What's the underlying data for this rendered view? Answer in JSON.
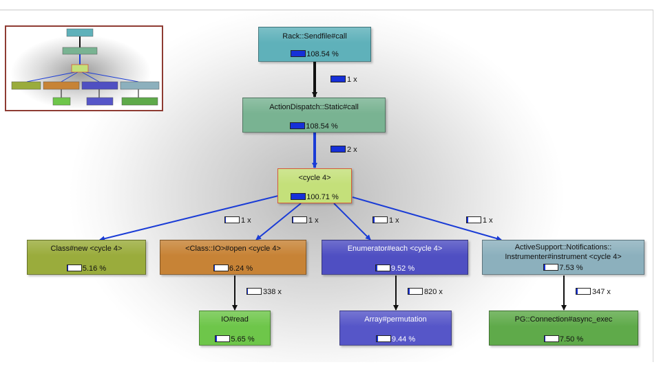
{
  "colors": {
    "edge_blue": "#1a3cd6",
    "edge_black": "#111111",
    "bar_fill": "#1630d8",
    "minimap_border": "#8e3b32",
    "cycle_border": "#d65a36"
  },
  "nodes": {
    "rack": {
      "title": "Rack::Sendfile#call",
      "percent": "108.54 %",
      "fill_ratio": 1.0,
      "color": "#5fb1ba"
    },
    "action": {
      "title": "ActionDispatch::Static#call",
      "percent": "108.54 %",
      "fill_ratio": 1.0,
      "color": "#79b392"
    },
    "cycle": {
      "title": "<cycle 4>",
      "percent": "100.71 %",
      "fill_ratio": 1.0,
      "color": "#c4e07a"
    },
    "classnew": {
      "title": "Class#new <cycle 4>",
      "percent": "5.16 %",
      "fill_ratio": 0.05,
      "color": "#9aac3c"
    },
    "ioopen": {
      "title": "<Class::IO>#open <cycle 4>",
      "percent": "6.24 %",
      "fill_ratio": 0.06,
      "color": "#c78336"
    },
    "enumerator": {
      "title": "Enumerator#each <cycle 4>",
      "percent": "9.52 %",
      "fill_ratio": 0.1,
      "color": "#4f4fc2"
    },
    "activesupport": {
      "title_line1": "ActiveSupport::Notifications::",
      "title_line2": "Instrumenter#instrument <cycle 4>",
      "percent": "7.53 %",
      "fill_ratio": 0.08,
      "color": "#8cb0bd"
    },
    "ioread": {
      "title": "IO#read",
      "percent": "5.65 %",
      "fill_ratio": 0.06,
      "color": "#6ec64a"
    },
    "permutation": {
      "title": "Array#permutation",
      "percent": "9.44 %",
      "fill_ratio": 0.09,
      "color": "#5656c8"
    },
    "pgconn": {
      "title": "PG::Connection#async_exec",
      "percent": "7.50 %",
      "fill_ratio": 0.08,
      "color": "#5faa4a"
    }
  },
  "calls": {
    "rack_action": {
      "label": "1 x",
      "fill_ratio": 1.0
    },
    "action_cycle": {
      "label": "2 x",
      "fill_ratio": 1.0
    },
    "cycle_classnew": {
      "label": "1 x",
      "fill_ratio": 0.05
    },
    "cycle_ioopen": {
      "label": "1 x",
      "fill_ratio": 0.06
    },
    "cycle_enumerator": {
      "label": "1 x",
      "fill_ratio": 0.1
    },
    "cycle_activesupport": {
      "label": "1 x",
      "fill_ratio": 0.08
    },
    "ioopen_ioread": {
      "label": "338 x",
      "fill_ratio": 0.06
    },
    "enumerator_permutation": {
      "label": "820 x",
      "fill_ratio": 0.09
    },
    "activesupport_pgconn": {
      "label": "347 x",
      "fill_ratio": 0.08
    }
  }
}
